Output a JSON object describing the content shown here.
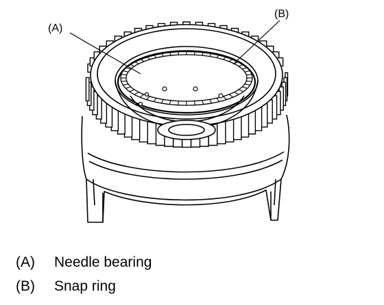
{
  "callouts": {
    "a": "(A)",
    "b": "(B)"
  },
  "legend": [
    {
      "key": "(A)",
      "text": "Needle bearing"
    },
    {
      "key": "(B)",
      "text": "Snap ring"
    }
  ],
  "colors": {
    "line": "#000000",
    "background": "#ffffff"
  }
}
